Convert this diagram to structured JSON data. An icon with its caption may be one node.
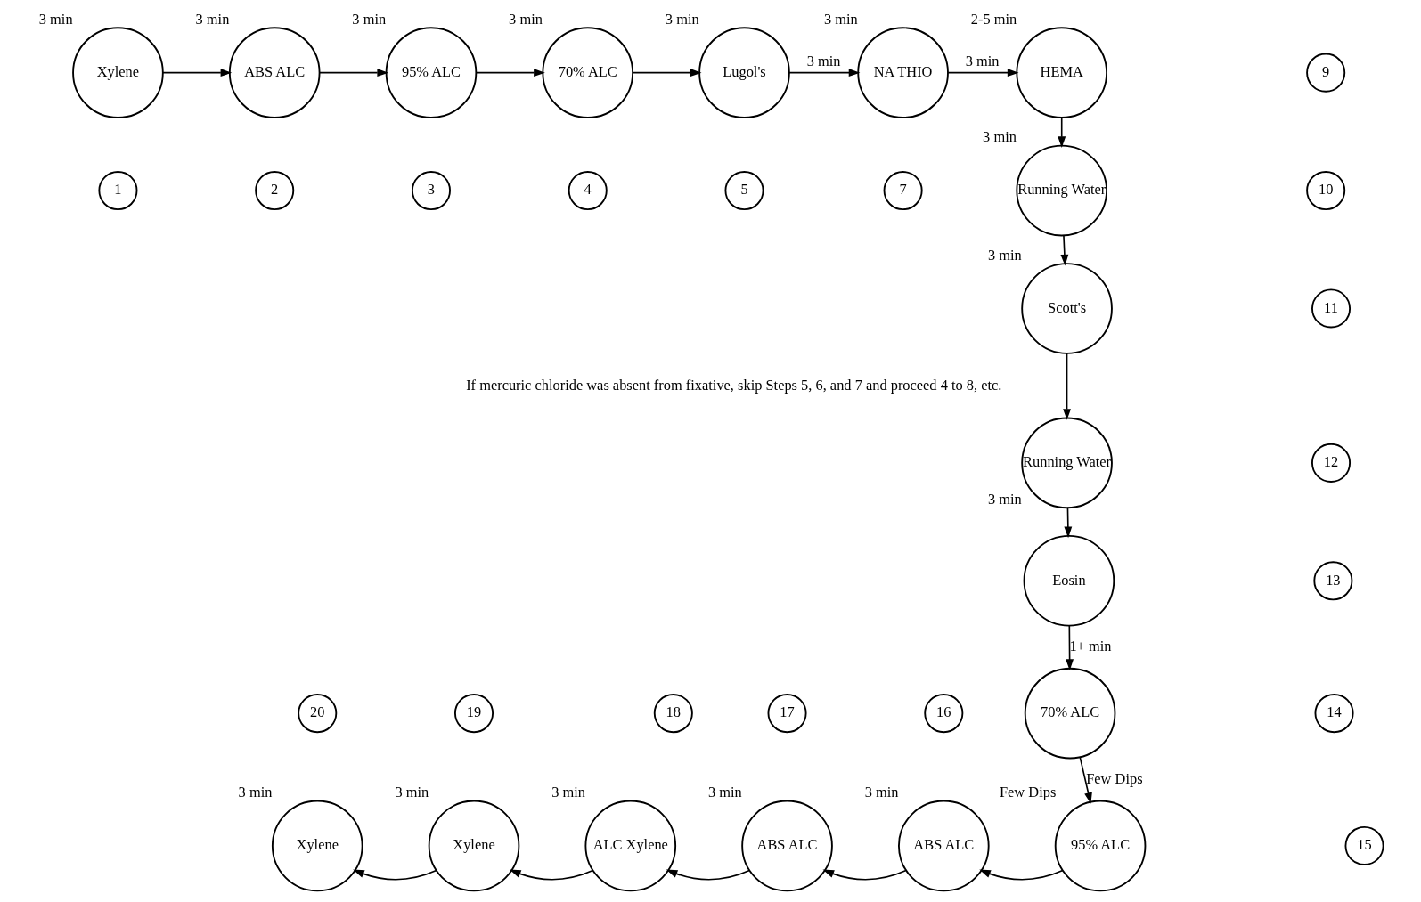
{
  "diagram": {
    "nodes": [
      {
        "text": [
          "Xylene"
        ],
        "beside": [
          "3 min"
        ]
      },
      {
        "text": [
          "ABS ALC"
        ],
        "beside": [
          "3 min"
        ]
      },
      {
        "text": [
          "95% ALC"
        ],
        "beside": [
          "3 min"
        ]
      },
      {
        "text": [
          "70% ALC"
        ],
        "beside": [
          "3 min"
        ]
      },
      {
        "text": [
          "Lugol's"
        ],
        "beside": [
          "3 min"
        ]
      },
      {
        "text": [
          "NA THIO"
        ],
        "beside": [
          "3 min"
        ]
      },
      {
        "text": [
          "HEMA"
        ],
        "beside": [
          "2-5 min"
        ]
      },
      {
        "text": [
          "Running Water"
        ],
        "beside": [
          "3 min"
        ]
      },
      {
        "text": [
          "Scott's"
        ],
        "beside": [
          "3 min"
        ]
      },
      {
        "text": [
          "Running Water"
        ],
        "beside": [
          "3 min"
        ]
      },
      {
        "text": [
          "Eosin"
        ]
      },
      {
        "text": [
          "70% ALC"
        ]
      },
      {
        "text": [
          "95% ALC"
        ],
        "beside": [
          "Few Dips"
        ]
      },
      {
        "text": [
          "ABS ALC"
        ],
        "beside": [
          "3 min"
        ]
      },
      {
        "text": [
          "ABS ALC"
        ],
        "beside": [
          "3 min"
        ]
      },
      {
        "text": [
          "ALC Xylene"
        ],
        "beside": [
          "3 min"
        ]
      },
      {
        "text": [
          "Xylene"
        ],
        "beside": [
          "3 min"
        ]
      },
      {
        "text": [
          "Xylene"
        ],
        "beside": [
          "3 min"
        ]
      },
      {
        "text": [
          "1"
        ]
      },
      {
        "text": [
          "2"
        ]
      },
      {
        "text": [
          "3"
        ]
      },
      {
        "text": [
          "4"
        ]
      },
      {
        "text": [
          "5"
        ]
      },
      {
        "text": [
          "7"
        ]
      },
      {
        "text": [
          "9"
        ]
      },
      {
        "text": [
          "10"
        ]
      },
      {
        "text": [
          "11"
        ]
      },
      {
        "text": [
          "12"
        ]
      },
      {
        "text": [
          "13"
        ]
      },
      {
        "text": [
          "14"
        ]
      },
      {
        "text": [
          "15"
        ]
      },
      {
        "text": [
          "16"
        ]
      },
      {
        "text": [
          "17"
        ]
      },
      {
        "text": [
          "18"
        ]
      },
      {
        "text": [
          "19"
        ]
      },
      {
        "text": [
          "20"
        ]
      }
    ],
    "edges": [
      {
        "from": 0,
        "to": 1,
        "arrow": "to"
      },
      {
        "from": 1,
        "to": 2,
        "arrow": "to"
      },
      {
        "from": 2,
        "to": 3,
        "arrow": "to"
      },
      {
        "from": 3,
        "to": 4,
        "arrow": "to"
      },
      {
        "from": 4,
        "to": 5,
        "arrow": "to",
        "label": "3 min"
      },
      {
        "from": 5,
        "to": 6,
        "arrow": "to",
        "label": "3 min"
      },
      {
        "from": 6,
        "to": 7,
        "arrow": "to"
      },
      {
        "from": 7,
        "to": 8,
        "arrow": "to"
      },
      {
        "from": 8,
        "to": 9,
        "arrow": "to"
      },
      {
        "from": 9,
        "to": 10,
        "arrow": "to"
      },
      {
        "from": 10,
        "to": 11,
        "arrow": "to",
        "label": "1+ min"
      },
      {
        "from": 11,
        "to": 12,
        "arrow": "to",
        "label": "Few Dips"
      },
      {
        "from": 12,
        "to": 13,
        "arrow": "to"
      },
      {
        "from": 13,
        "to": 14,
        "arrow": "to"
      },
      {
        "from": 14,
        "to": 15,
        "arrow": "to"
      },
      {
        "from": 15,
        "to": 16,
        "arrow": "to"
      },
      {
        "from": 16,
        "to": 17,
        "arrow": "to"
      }
    ],
    "labels": [
      "If mercuric chloride was absent from fixative, skip Steps 5, 6, and 7 and proceed 4 to 8, etc."
    ]
  }
}
